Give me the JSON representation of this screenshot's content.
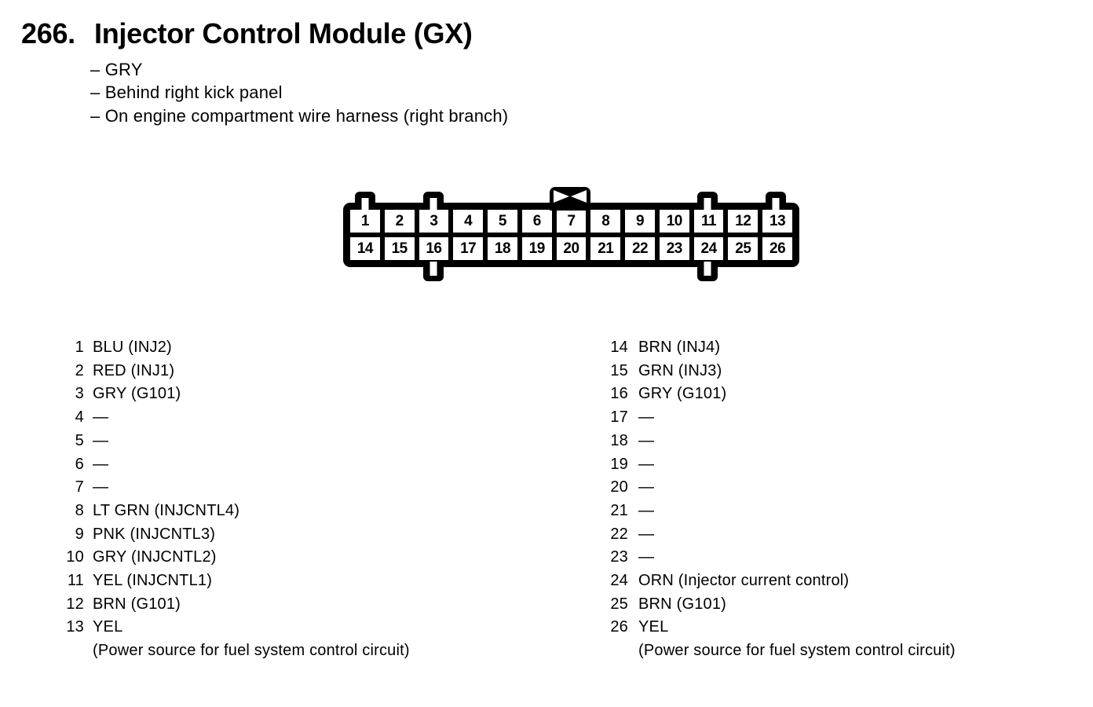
{
  "page": {
    "number": "266.",
    "title": "Injector Control Module (GX)",
    "bullets": [
      "– GRY",
      "– Behind right kick panel",
      "– On engine compartment wire harness (right branch)"
    ]
  },
  "connector": {
    "top_row": [
      "1",
      "2",
      "3",
      "4",
      "5",
      "6",
      "7",
      "8",
      "9",
      "10",
      "11",
      "12",
      "13"
    ],
    "bottom_row": [
      "14",
      "15",
      "16",
      "17",
      "18",
      "19",
      "20",
      "21",
      "22",
      "23",
      "24",
      "25",
      "26"
    ],
    "line_color": "#000000",
    "fill_color": "#ffffff"
  },
  "pin_table": {
    "left": [
      {
        "num": "1",
        "desc": "BLU (INJ2)"
      },
      {
        "num": "2",
        "desc": "RED (INJ1)"
      },
      {
        "num": "3",
        "desc": "GRY (G101)"
      },
      {
        "num": "4",
        "desc": "—"
      },
      {
        "num": "5",
        "desc": "—"
      },
      {
        "num": "6",
        "desc": "—"
      },
      {
        "num": "7",
        "desc": "—"
      },
      {
        "num": "8",
        "desc": "LT GRN (INJCNTL4)"
      },
      {
        "num": "9",
        "desc": "PNK (INJCNTL3)"
      },
      {
        "num": "10",
        "desc": "GRY (INJCNTL2)"
      },
      {
        "num": "11",
        "desc": "YEL (INJCNTL1)"
      },
      {
        "num": "12",
        "desc": "BRN (G101)"
      },
      {
        "num": "13",
        "desc": "YEL",
        "note": "(Power source for fuel system control circuit)"
      }
    ],
    "right": [
      {
        "num": "14",
        "desc": "BRN (INJ4)"
      },
      {
        "num": "15",
        "desc": "GRN (INJ3)"
      },
      {
        "num": "16",
        "desc": "GRY (G101)"
      },
      {
        "num": "17",
        "desc": "—"
      },
      {
        "num": "18",
        "desc": "—"
      },
      {
        "num": "19",
        "desc": "—"
      },
      {
        "num": "20",
        "desc": "—"
      },
      {
        "num": "21",
        "desc": "—"
      },
      {
        "num": "22",
        "desc": "—"
      },
      {
        "num": "23",
        "desc": "—"
      },
      {
        "num": "24",
        "desc": "ORN (Injector current control)"
      },
      {
        "num": "25",
        "desc": "BRN (G101)"
      },
      {
        "num": "26",
        "desc": "YEL",
        "note": "(Power source for fuel system control circuit)"
      }
    ]
  }
}
